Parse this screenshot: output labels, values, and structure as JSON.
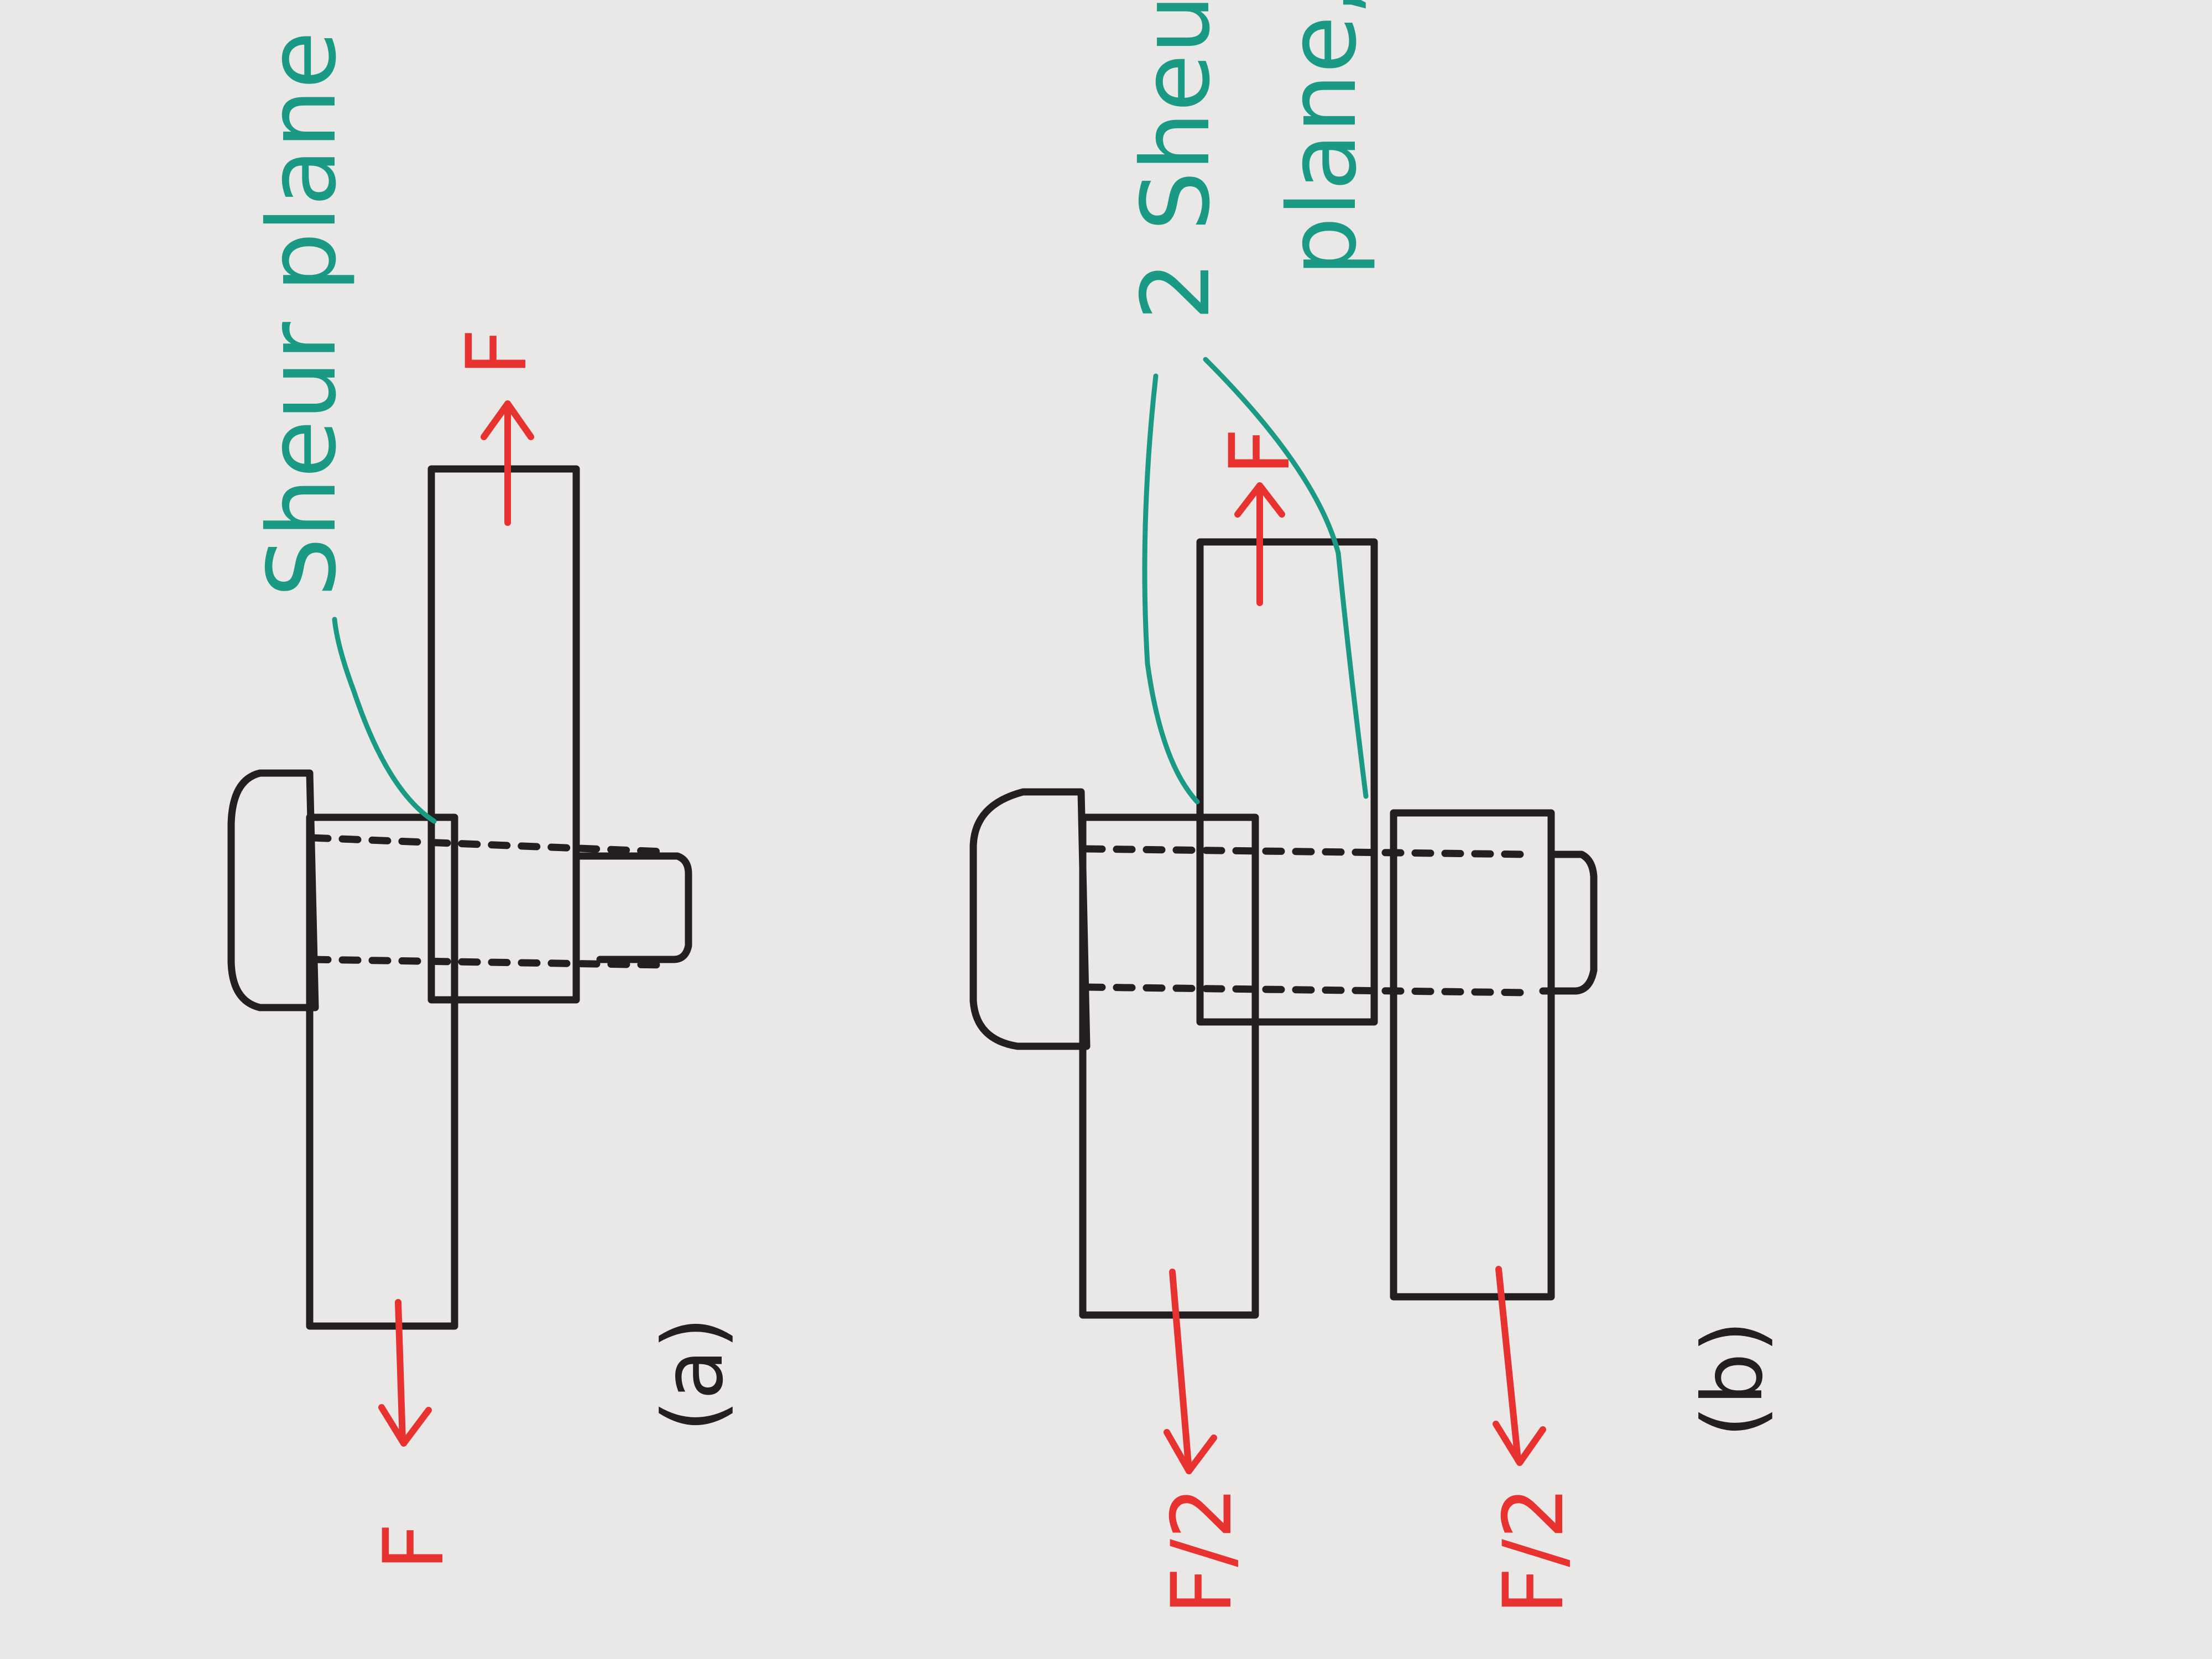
{
  "diagram": {
    "a": {
      "caption": "(a)",
      "shear_label": "Sheur plane",
      "force_left": "F",
      "force_right": "F"
    },
    "b": {
      "caption": "(b)",
      "shear_label_line1": "2 Sheu",
      "shear_label_line2": "plane,",
      "force_top": "F",
      "force_left": "F/2",
      "force_right": "F/2"
    },
    "colors": {
      "ink": "#231f20",
      "force": "#e8322f",
      "annotation": "#1a9a85",
      "paper": "#e9e8e6"
    }
  }
}
